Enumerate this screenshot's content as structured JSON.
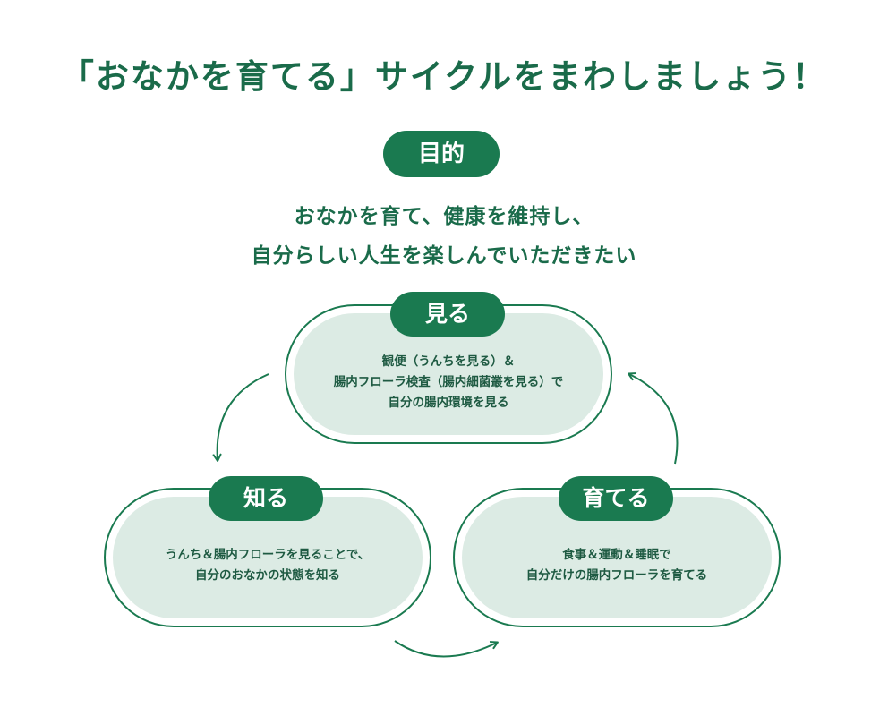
{
  "title": "「おなかを育てる」サイクルをまわしましょう！",
  "purpose": {
    "label": "目的",
    "line1": "おなかを育て、健康を維持し、",
    "line2": "自分らしい人生を楽しんでいただきたい"
  },
  "stages": {
    "see": {
      "label": "見る",
      "lines": [
        "観便（うんちを見る）＆",
        "腸内フローラ検査（腸内細菌叢を見る）で",
        "自分の腸内環境を見る"
      ]
    },
    "know": {
      "label": "知る",
      "lines": [
        "うんち＆腸内フローラを見ることで、",
        "自分のおなかの状態を知る"
      ]
    },
    "grow": {
      "label": "育てる",
      "lines": [
        "食事＆運動＆睡眠で",
        "自分だけの腸内フローラを育てる"
      ]
    }
  },
  "colors": {
    "primary": "#1a7a50",
    "text": "#1a6b4a",
    "pill_fill": "#dcebe4"
  }
}
